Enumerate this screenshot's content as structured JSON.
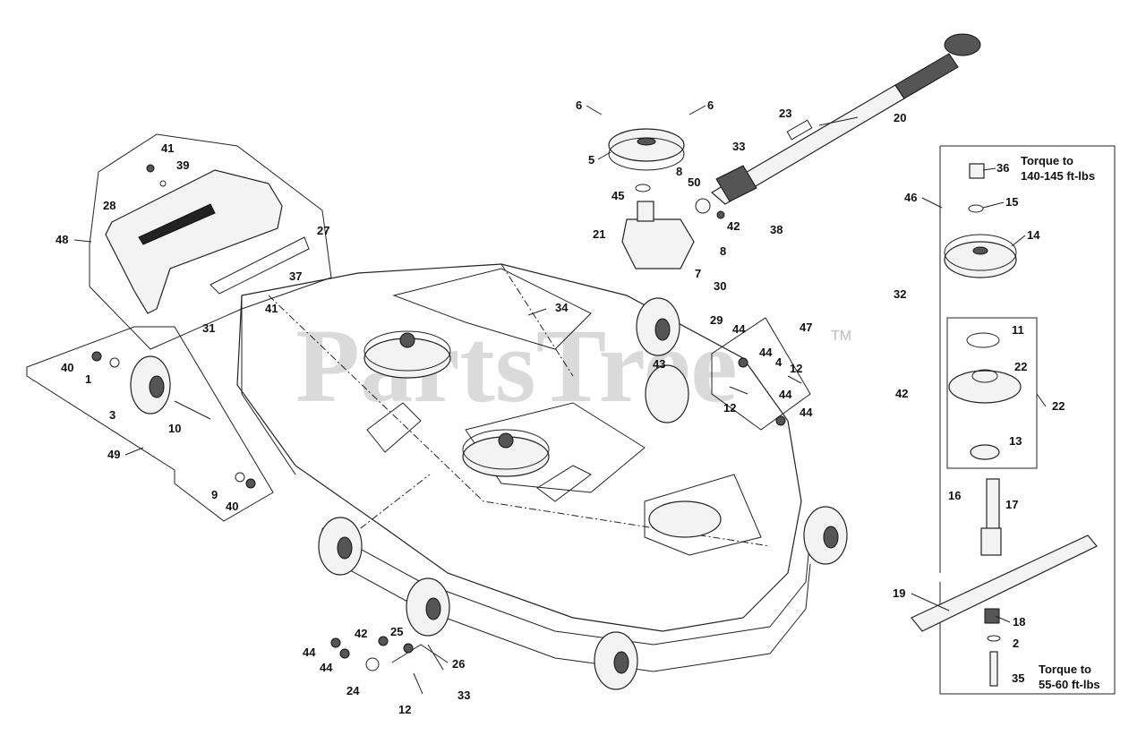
{
  "watermark": "PartsTree",
  "trademark": "TM",
  "notes": {
    "torque_top_line1": "Torque to",
    "torque_top_line2": "140-145 ft-lbs",
    "torque_bottom_line1": "Torque to",
    "torque_bottom_line2": "55-60 ft-lbs"
  },
  "callouts": [
    "6",
    "6",
    "5",
    "8",
    "45",
    "50",
    "33",
    "23",
    "20",
    "21",
    "42",
    "38",
    "8",
    "7",
    "30",
    "41",
    "39",
    "28",
    "27",
    "48",
    "37",
    "41",
    "31",
    "34",
    "29",
    "44",
    "44",
    "47",
    "4",
    "12",
    "43",
    "44",
    "12",
    "44",
    "40",
    "1",
    "3",
    "10",
    "49",
    "9",
    "40",
    "46",
    "36",
    "15",
    "14",
    "32",
    "11",
    "22",
    "42",
    "22",
    "13",
    "16",
    "17",
    "19",
    "18",
    "2",
    "35",
    "42",
    "25",
    "44",
    "44",
    "26",
    "24",
    "33",
    "12"
  ]
}
